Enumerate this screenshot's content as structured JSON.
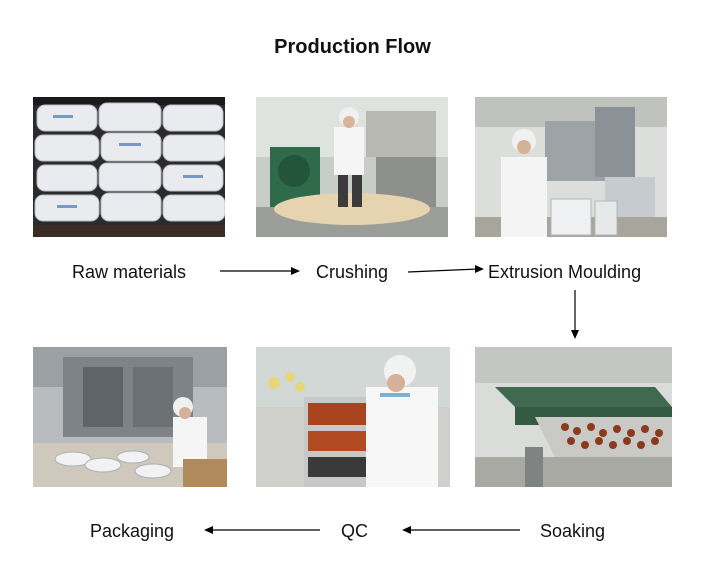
{
  "title": "Production Flow",
  "steps": [
    {
      "label": "Raw materials",
      "photo_icon": "sacks-photo"
    },
    {
      "label": "Crushing",
      "photo_icon": "crusher-machine-photo"
    },
    {
      "label": "Extrusion Moulding",
      "photo_icon": "extruder-machine-photo"
    },
    {
      "label": "Soaking",
      "photo_icon": "conveyor-dryer-photo"
    },
    {
      "label": "QC",
      "photo_icon": "qc-inspection-photo"
    },
    {
      "label": "Packaging",
      "photo_icon": "packaging-line-photo"
    }
  ],
  "colors": {
    "arrow": "#000000",
    "text": "#111111"
  }
}
